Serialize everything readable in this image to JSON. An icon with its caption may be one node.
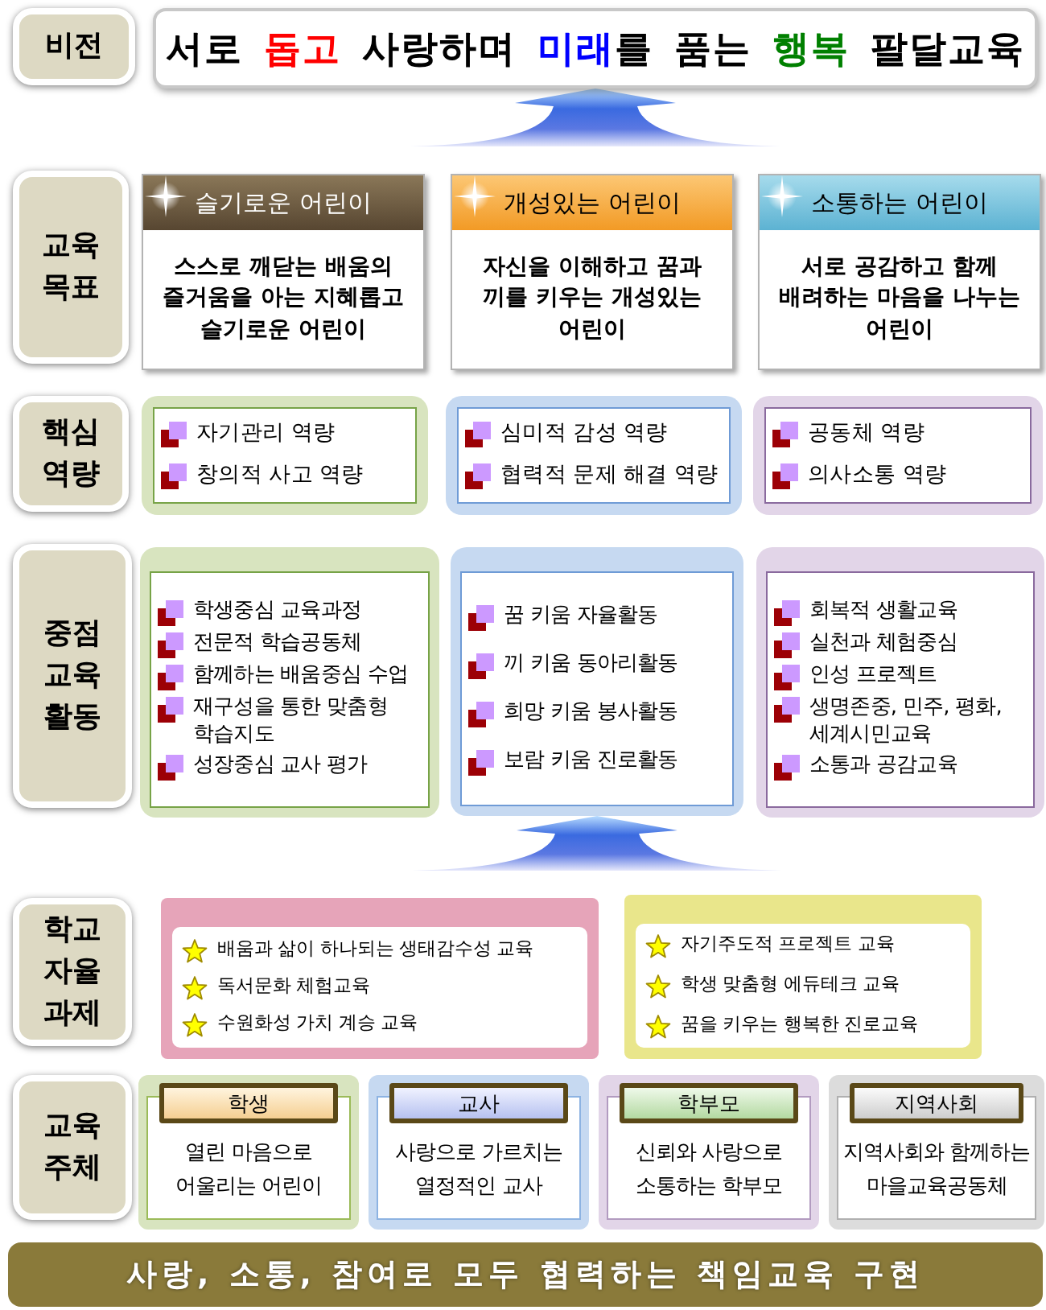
{
  "diagram": {
    "nodes": [
      {
        "text": [
          "비전"
        ]
      },
      {
        "text": [
          "서로 돕고 사랑하며 미래를 품는 행복 팔달교육"
        ]
      },
      {
        "text": [
          "교육 목표"
        ]
      },
      {
        "text": [
          "슬기로운 어린이",
          "스스로 깨닫는 배움의 즐거움을 아는 지혜롭고 슬기로운 어린이"
        ]
      },
      {
        "text": [
          "개성있는 어린이",
          "자신을 이해하고 꿈과 끼를 키우는 개성있는 어린이"
        ]
      },
      {
        "text": [
          "소통하는 어린이",
          "서로 공감하고 함께 배려하는 마음을 나누는 어린이"
        ]
      },
      {
        "text": [
          "핵심 역량"
        ]
      },
      {
        "text": [
          "자기관리 역량",
          "창의적 사고 역량"
        ]
      },
      {
        "text": [
          "심미적 감성 역량",
          "협력적 문제 해결 역량"
        ]
      },
      {
        "text": [
          "공동체 역량",
          "의사소통 역량"
        ]
      },
      {
        "text": [
          "중점 교육 활동"
        ]
      },
      {
        "text": [
          "학생중심 교육과정",
          "전문적 학습공동체",
          "함께하는 배움중심 수업",
          "재구성을 통한 맞춤형 학습지도",
          "성장중심 교사 평가"
        ]
      },
      {
        "text": [
          "꿈 키움 자율활동",
          "끼 키움 동아리활동",
          "희망 키움 봉사활동",
          "보람 키움 진로활동"
        ]
      },
      {
        "text": [
          "회복적 생활교육",
          "실천과 체험중심",
          "인성 프로젝트",
          "생명존중, 민주, 평화, 세계시민교육",
          "소통과 공감교육"
        ]
      },
      {
        "text": [
          "학교 자율 과제"
        ]
      },
      {
        "text": [
          "배움과 삶이 하나되는 생태감수성 교육",
          "독서문화 체험교육",
          "수원화성 가치 계승 교육"
        ]
      },
      {
        "text": [
          "자기주도적 프로젝트 교육",
          "학생 맞춤형 에듀테크 교육",
          "꿈을 키우는 행복한 진로교육"
        ]
      },
      {
        "text": [
          "교육 주체"
        ]
      },
      {
        "text": [
          "학생",
          "열린 마음으로 어울리는 어린이"
        ]
      },
      {
        "text": [
          "교사",
          "사랑으로 가르치는 열정적인 교사"
        ]
      },
      {
        "text": [
          "학부모",
          "신뢰와 사랑으로 소통하는 학부모"
        ]
      },
      {
        "text": [
          "지역사회",
          "지역사회와 함께하는 마을교육공동체"
        ]
      },
      {
        "text": [
          "사랑, 소통, 참여로 모두 협력하는 책임교육 구현"
        ]
      }
    ],
    "edges": [
      {
        "from": null,
        "to": 1,
        "arrow": "to"
      },
      {
        "from": null,
        "to": 12,
        "arrow": "to"
      }
    ]
  }
}
